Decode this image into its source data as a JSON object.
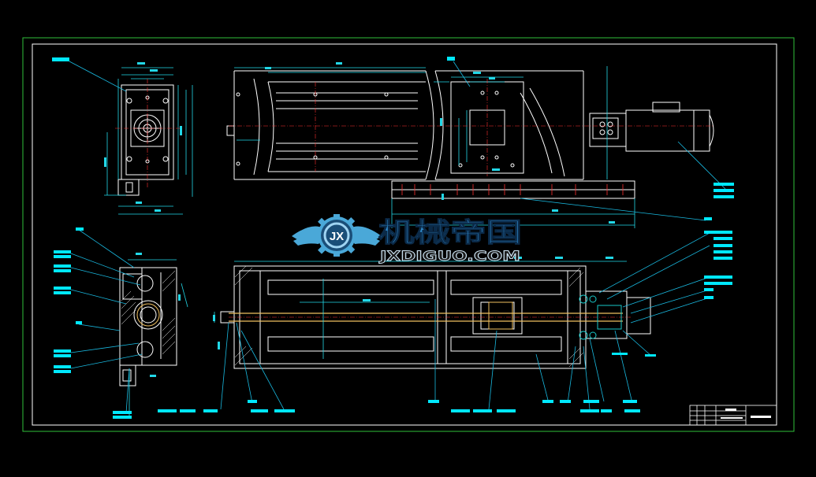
{
  "watermark": {
    "title": "机械帝国",
    "subtitle": "JXDIGUO.COM",
    "logo_letters": "JX"
  },
  "colors": {
    "background": "#000000",
    "sheet_border": "#2fbf3a",
    "outline": "#ffffff",
    "centerline": "#ff3030",
    "dimension": "#22d8e8",
    "leader": "#19b9e0",
    "tag": "#00e8ff",
    "watermark_fill": "#4aa8d8",
    "watermark_text": "#2f88c8",
    "cyan_part": "#18c8c8",
    "yellow_part": "#f0c060"
  }
}
